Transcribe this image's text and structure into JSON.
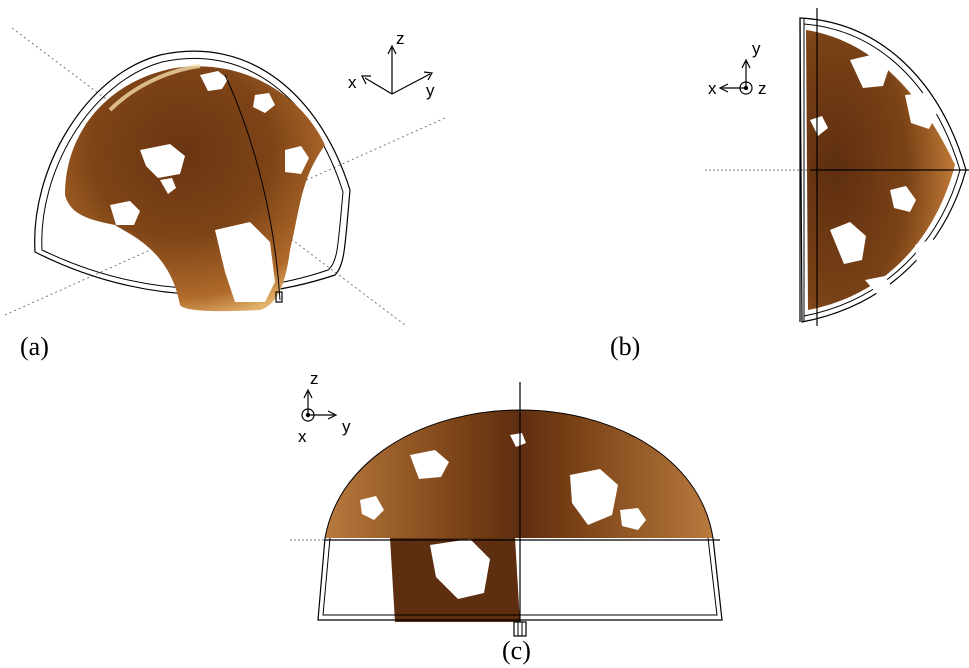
{
  "panels": [
    {
      "id": "a",
      "caption": "(a)",
      "axes": {
        "labels": [
          "z",
          "x",
          "y"
        ]
      }
    },
    {
      "id": "b",
      "caption": "(b)",
      "axes": {
        "labels": [
          "y",
          "x",
          "z"
        ]
      }
    },
    {
      "id": "c",
      "caption": "(c)",
      "axes": {
        "labels": [
          "z",
          "x",
          "y"
        ]
      }
    }
  ],
  "colors": {
    "dark": "#5a2d10",
    "mid": "#8a4a1c",
    "light": "#c98a4a",
    "highlight": "#f3d9a6",
    "frame": "#000000"
  }
}
